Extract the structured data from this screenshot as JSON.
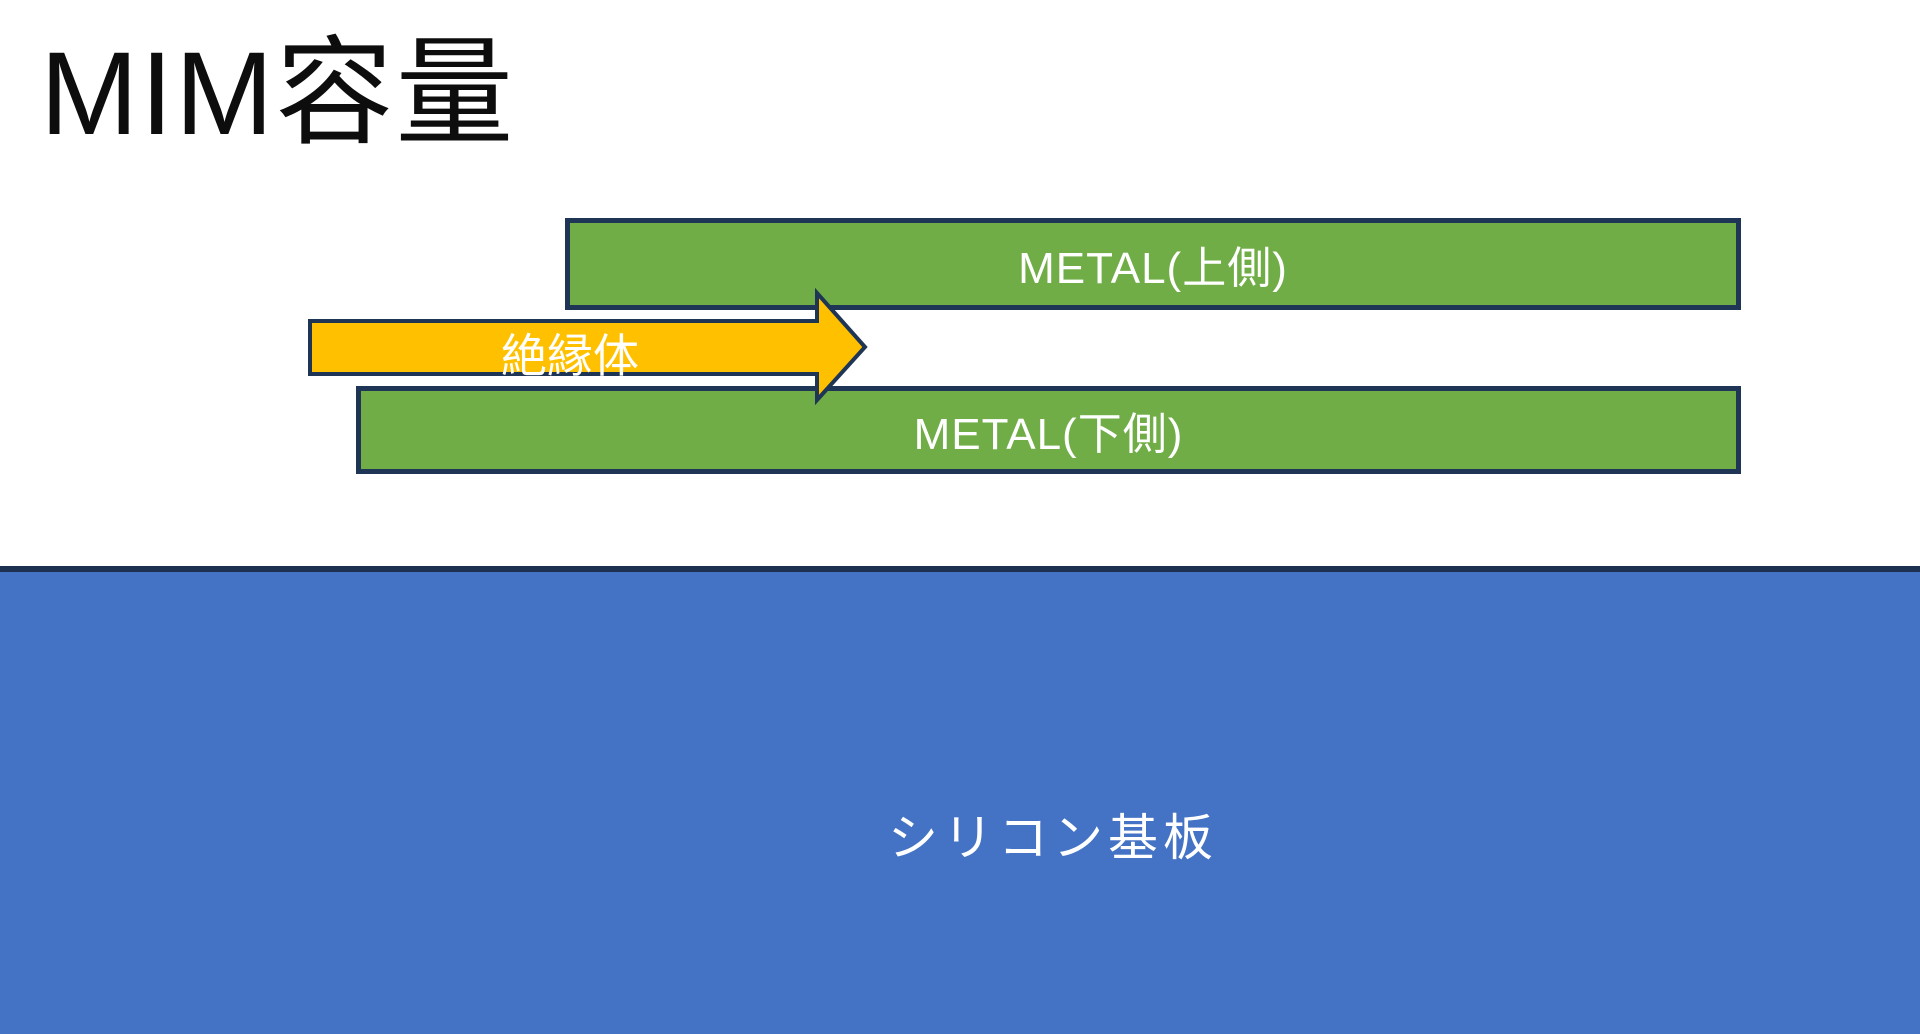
{
  "slide": {
    "title": "MIM容量",
    "title_color": "#0D0D0D",
    "background": "#FFFFFF",
    "metal_top": {
      "label": "METAL(上側)",
      "fill": "#70AD47",
      "border_color": "#1F3555",
      "text_color": "#FFFFFF"
    },
    "insulator": {
      "label": "絶縁体",
      "fill": "#FFC000",
      "border_color": "#1F3555",
      "text_color": "#FFFFFF"
    },
    "metal_bottom": {
      "label": "METAL(下側)",
      "fill": "#70AD47",
      "border_color": "#1F3555",
      "text_color": "#FFFFFF"
    },
    "substrate": {
      "label": "シリコン基板",
      "fill": "#4472C4",
      "border_color": "#1E3050",
      "text_color": "#FFFFFF"
    }
  }
}
